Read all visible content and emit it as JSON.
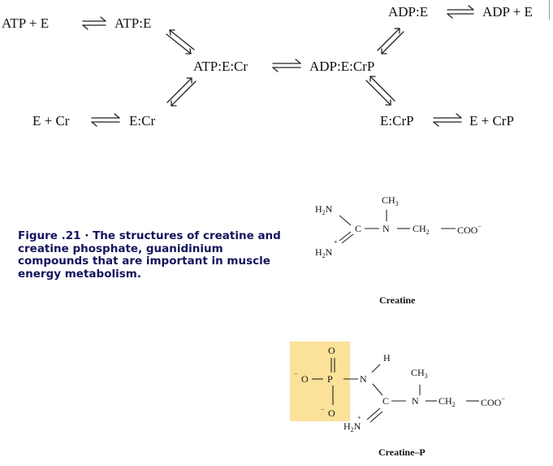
{
  "reactions": {
    "atp_e": "ATP + E",
    "atp_colon_e": "ATP:E",
    "atp_e_cr": "ATP:E:Cr",
    "adp_e_crp": "ADP:E:CrP",
    "e_cr": "E + Cr",
    "e_colon_cr": "E:Cr",
    "adp_colon_e": "ADP:E",
    "adp_e": "ADP + E",
    "e_colon_crp": "E:CrP",
    "e_crp": "E + CrP"
  },
  "caption": "Figure .21 · The structures of creatine and creatine phosphate, guanidinium compounds that are important in muscle energy metabolism.",
  "creatine": {
    "name": "Creatine",
    "h2n_top": "H",
    "h2n_top_sub": "2",
    "h2n_top_n": "N",
    "h2n_bottom": "H",
    "h2n_bottom_sub": "2",
    "h2n_bottom_n": "N",
    "plus": "+",
    "ch3": "CH",
    "ch3_sub": "3",
    "c": "C",
    "n": "N",
    "ch2": "CH",
    "ch2_sub": "2",
    "coo": "COO",
    "minus": "−"
  },
  "creatine_p": {
    "name": "Creatine–P",
    "o_top": "O",
    "o_left": "O",
    "minus_left": "−",
    "p": "P",
    "n_left": "N",
    "h": "H",
    "o_bottom": "O",
    "minus_bottom": "−",
    "ch3": "CH",
    "ch3_sub": "3",
    "c": "C",
    "n_right": "N",
    "ch2": "CH",
    "ch2_sub": "2",
    "coo": "COO",
    "minus_coo": "−",
    "h2n": "H",
    "h2n_sub": "2",
    "h2n_n": "N",
    "plus": "+"
  },
  "colors": {
    "caption_text": "#14145e",
    "phosphate_highlight": "#fbe19a",
    "line": "#222222"
  }
}
